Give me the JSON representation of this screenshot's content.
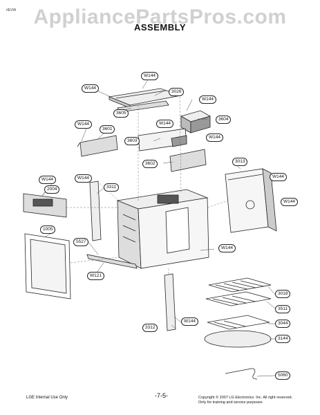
{
  "watermark": "AppliancePartsPros.com",
  "title": "ASSEMBLY",
  "corner_note": "#EVW",
  "labels": {
    "w144_a": "W144",
    "w144_b": "W144",
    "w144_c": "W144",
    "w144_d": "W144",
    "w144_e": "W144",
    "w144_f": "W144",
    "w144_g": "W144",
    "w144_h": "W144",
    "w144_i": "W144",
    "w144_j": "W144",
    "w144_k": "W144",
    "p3026": "3026",
    "p3605": "3605",
    "p3604": "3604",
    "p3601": "3601",
    "p3603": "3603",
    "p3602": "3602",
    "p3013": "3013",
    "p2004": "2004",
    "p3311": "3311",
    "p1005": "1005",
    "p5527": "5527",
    "w121": "W121",
    "p3018": "3018",
    "p3511": "3511",
    "p3312": "3312",
    "p3044": "3044",
    "p3144": "3144",
    "p5060": "5060"
  },
  "footer": {
    "left": "LGE Internal Use Only",
    "page": "-7-5-",
    "right_line1": "Copyright © 2007 LG Electronics. Inc. All right reserved.",
    "right_line2": "Only for training and service purposes"
  }
}
